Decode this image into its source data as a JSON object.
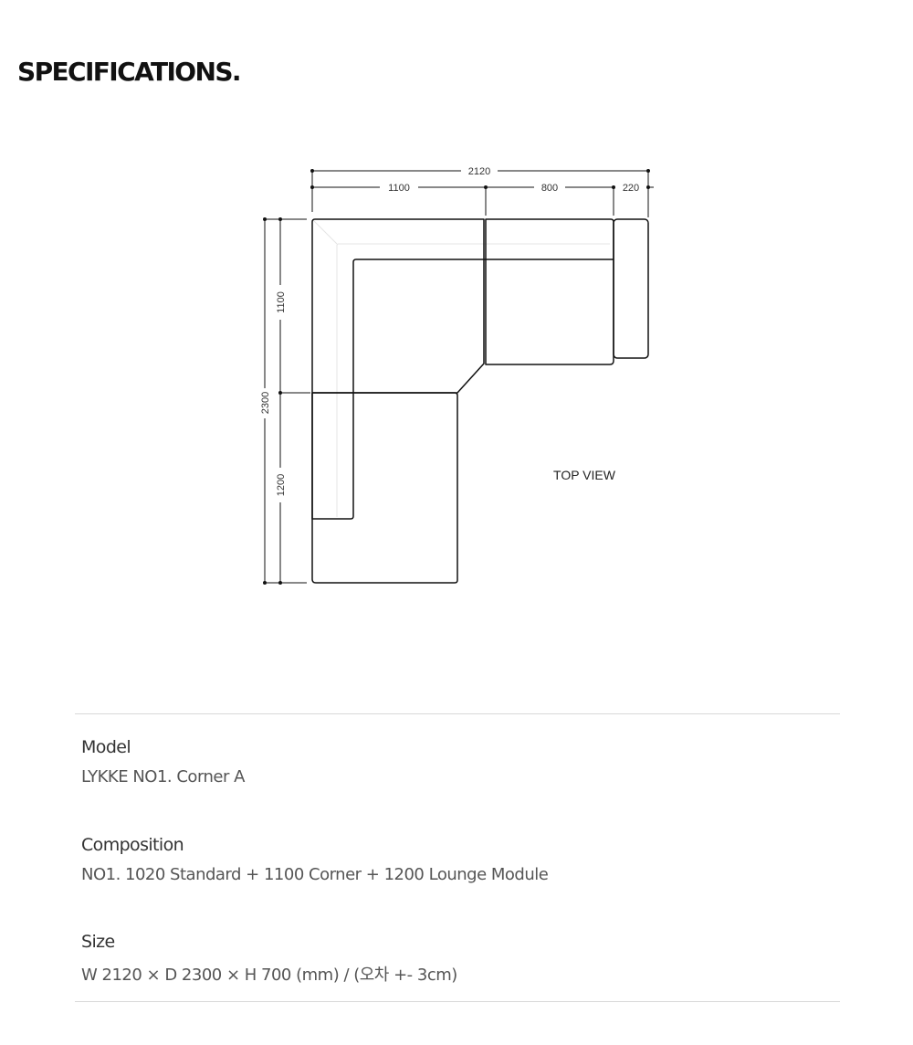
{
  "page": {
    "title": "SPECIFICATIONS."
  },
  "diagram": {
    "view_label": "TOP VIEW",
    "dimensions": {
      "total_width": "2120",
      "width_corner": "1100",
      "width_standard": "800",
      "width_arm": "220",
      "total_depth": "2300",
      "depth_corner": "1100",
      "depth_lounge": "1200"
    }
  },
  "specs": [
    {
      "label": "Model",
      "value": "LYKKE NO1. Corner A"
    },
    {
      "label": "Composition",
      "value": "NO1. 1020 Standard + 1100 Corner + 1200 Lounge Module"
    },
    {
      "label": "Size",
      "value": "W 2120 × D 2300 × H 700 (mm) / (오차 +- 3cm)"
    }
  ]
}
